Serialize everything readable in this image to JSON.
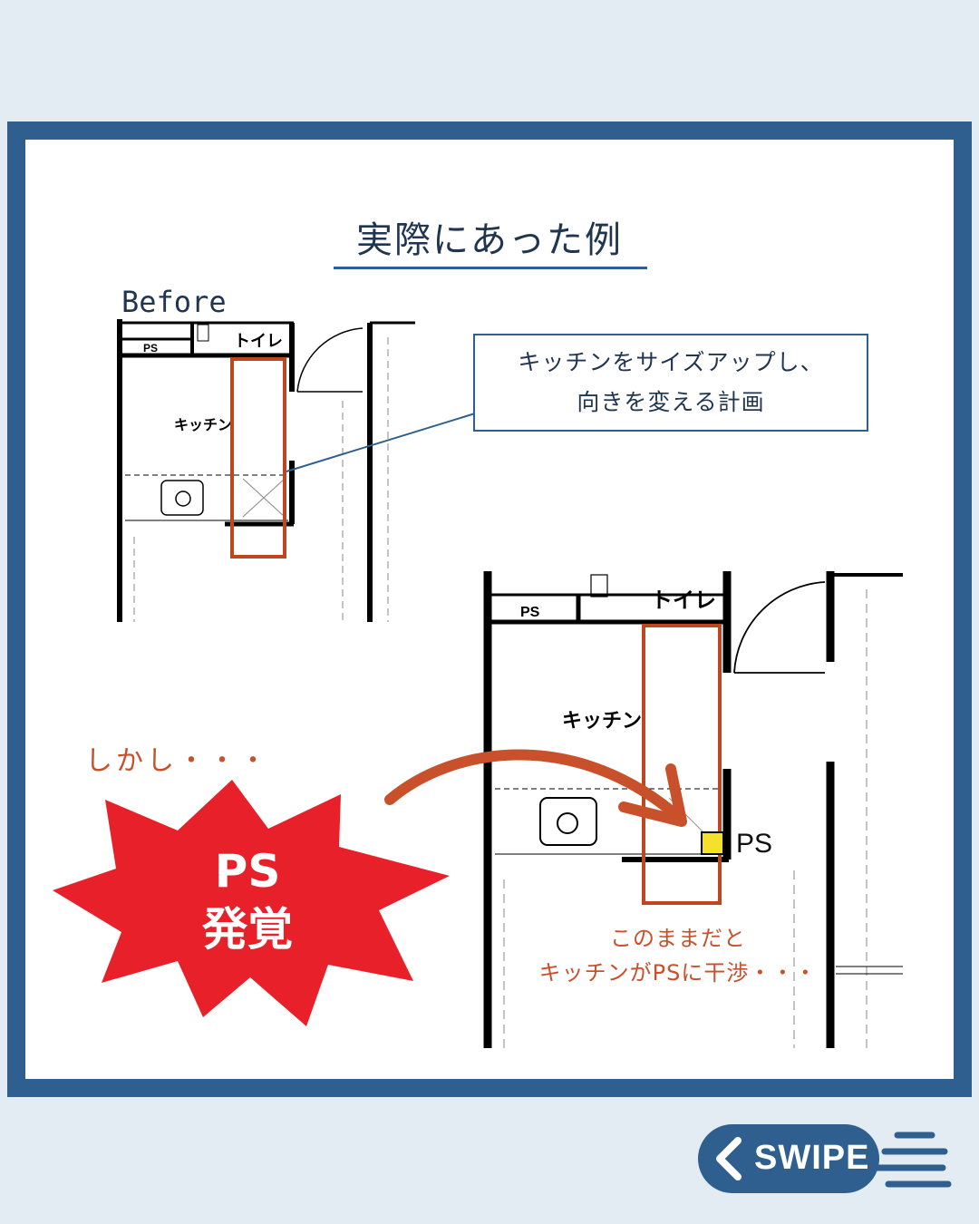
{
  "title": "実際にあった例",
  "before_label": "Before",
  "callout": {
    "line1": "キッチンをサイズアップし、",
    "line2": "向きを変える計画"
  },
  "plan_before": {
    "ps": "PS",
    "toilet": "トイレ",
    "kitchen": "キッチン"
  },
  "plan_after": {
    "ps": "PS",
    "toilet": "トイレ",
    "kitchen": "キッチン"
  },
  "shikashi": "しかし・・・",
  "alert": {
    "line1": "PS",
    "line2": "発覚"
  },
  "ps_marker_label": "PS",
  "note": {
    "line1": "このままだと",
    "line2": "キッチンがPSに干渉・・・"
  },
  "swipe_label": "SWIPE",
  "colors": {
    "frame": "#2f5f8e",
    "highlight_outline": "#c0461f",
    "alert_burst": "#e8202a",
    "ps_marker": "#f5e02a",
    "accent_text": "#c8502a"
  }
}
